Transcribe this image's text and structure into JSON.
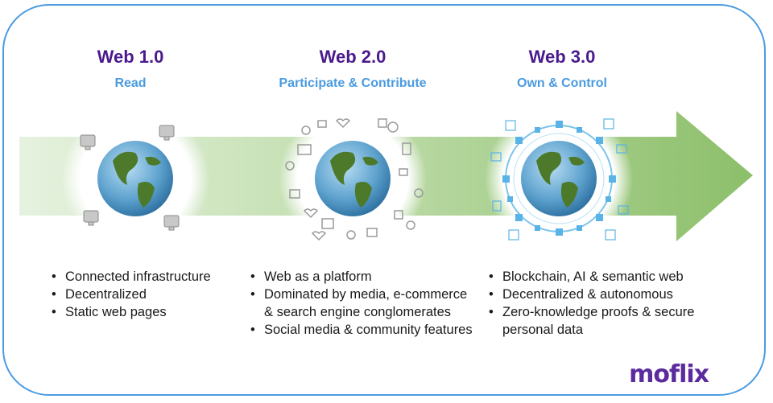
{
  "eras": [
    {
      "title": "Web 1.0",
      "subtitle": "Read",
      "bullets": [
        "Connected infrastructure",
        "Decentralized",
        "Static web pages"
      ]
    },
    {
      "title": "Web 2.0",
      "subtitle": "Participate & Contribute",
      "bullets": [
        "Web as a platform",
        "Dominated by media, e-commerce",
        "& search engine conglomerates",
        "Social media & community features"
      ]
    },
    {
      "title": "Web 3.0",
      "subtitle": "Own & Control",
      "bullets": [
        "Blockchain, AI & semantic web",
        "Decentralized & autonomous",
        "Zero-knowledge proofs & secure",
        "personal data"
      ]
    }
  ],
  "logo": "moflix",
  "colors": {
    "title": "#4a1a8c",
    "subtitle": "#4a9be0",
    "frame": "#4a9be0",
    "arrow_light": "#e6f2e0",
    "arrow_dark": "#8cbf6a",
    "logo": "#5b2a9e"
  },
  "icons": {
    "web1": "computer-monitor-icon",
    "web2": "social-media-icons",
    "web3": "blockchain-node-icons"
  }
}
